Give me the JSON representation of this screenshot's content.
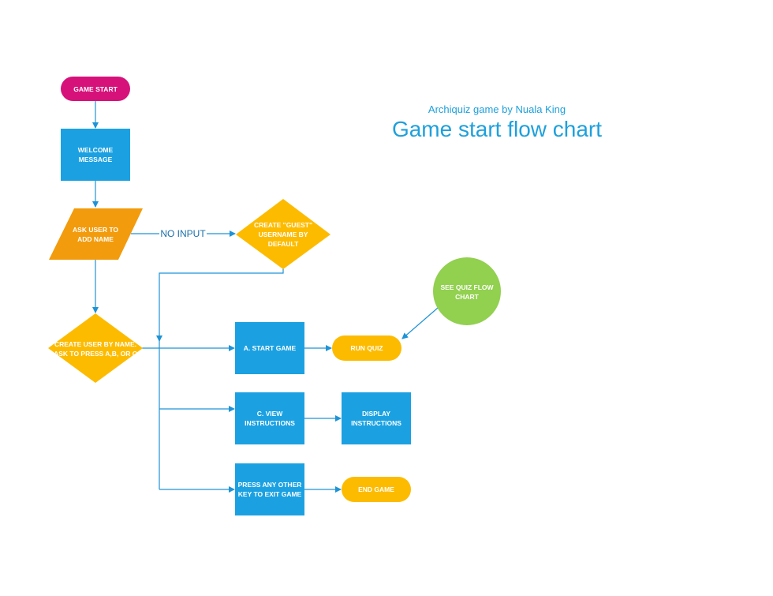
{
  "header": {
    "subtitle": "Archiquiz game by Nuala King",
    "title": "Game start flow chart"
  },
  "nodes": {
    "game_start": [
      "GAME START"
    ],
    "welcome": [
      "WELCOME",
      "MESSAGE"
    ],
    "ask_name": [
      "ASK USER TO",
      "ADD NAME"
    ],
    "guest": [
      "CREATE \"GUEST\"",
      "USERNAME BY",
      "DEFAULT"
    ],
    "create_user": [
      "CREATE USER BY NAME.",
      "ASK TO PRESS A,B, OR C"
    ],
    "see_quiz": [
      "SEE QUIZ FLOW",
      "CHART"
    ],
    "start_game": [
      "A. START GAME"
    ],
    "run_quiz": [
      "RUN QUIZ"
    ],
    "view_instructions": [
      "C. VIEW",
      "INSTRUCTIONS"
    ],
    "display_instructions": [
      "DISPLAY",
      "INSTRUCTIONS"
    ],
    "exit_key": [
      "PRESS ANY OTHER",
      "KEY TO EXIT GAME"
    ],
    "end_game": [
      "END GAME"
    ]
  },
  "edge_labels": {
    "no_input": "NO INPUT"
  },
  "colors": {
    "magenta": "#d6127a",
    "blue": "#1ba1e2",
    "orange": "#f29b0c",
    "yellow": "#fdbb00",
    "green": "#92d050",
    "connector": "#1e93d6"
  }
}
